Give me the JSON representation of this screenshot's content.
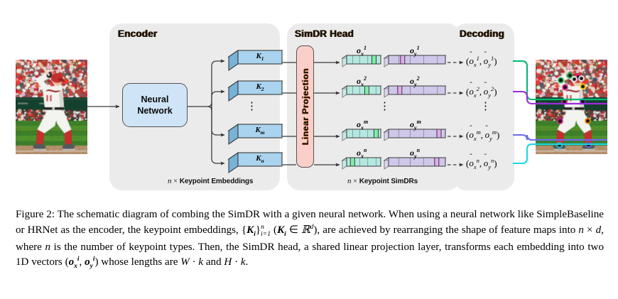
{
  "figure": {
    "number": "Figure 2:",
    "caption_text": "Figure 2: The schematic diagram of combing the SimDR with a given neural network. When using a neural network like SimpleBaseline or HRNet as the encoder, the keypoint embeddings, {K_i}_{i=1}^{n} (K_i ∈ R^d), are achieved by rearranging the shape of feature maps into n × d, where n is the number of keypoint types. Then, the SimDR head, a shared linear projection layer, transforms each embedding into two 1D vectors (o_x^i, o_y^i) whose lengths are W · k and H · k.",
    "caption_parts": {
      "p1": "Figure 2: The schematic diagram of combing the SimDR with a given neural network. When using a neural network like SimpleBaseline or HRNet as the encoder, the keypoint embeddings, ",
      "p2": "K",
      "p3": "i",
      "p4": "n",
      "p5": "i=1",
      "p6": " (",
      "p7": "K",
      "p8": "i",
      "p9": " ∈ ",
      "p10": "R",
      "p11": "d",
      "p12": "), are achieved by rearranging the shape of feature maps into ",
      "p13": "n",
      "p14": " × ",
      "p15": "d",
      "p16": ", where ",
      "p17": "n",
      "p18": " is the number of keypoint types. Then, the SimDR head, a shared linear projection layer, transforms each embedding into two 1D vectors (",
      "p19": "o",
      "p20": "x",
      "p21": "i",
      "p22": ", ",
      "p23": "o",
      "p24": "y",
      "p25": "i",
      "p26": ") whose lengths are ",
      "p27": "W",
      "p28": " · ",
      "p29": "k",
      "p30": " and ",
      "p31": "H",
      "p32": " · ",
      "p33": "k",
      "p34": "."
    }
  },
  "panels": {
    "encoder": {
      "title": "Encoder",
      "footer_n": "n",
      "footer_times": "×",
      "footer_label": "Keypoint Embeddings"
    },
    "simdr_head": {
      "title": "SimDR Head",
      "footer_n": "n",
      "footer_times": "×",
      "footer_label": "Keypoint SimDRs"
    },
    "decoding": {
      "title": "Decoding"
    }
  },
  "nodes": {
    "neural_network": {
      "line1": "Neural",
      "line2": "Network"
    },
    "linear_projection": {
      "label": "Linear  Projection"
    }
  },
  "keypoint_embeddings": [
    {
      "base": "K",
      "sub": "1"
    },
    {
      "base": "K",
      "sub": "2"
    },
    {
      "base": "K",
      "sub": "m"
    },
    {
      "base": "K",
      "sub": "n"
    }
  ],
  "vertical_dots": "⋮",
  "simdr_rows": [
    {
      "x_label": {
        "base": "o",
        "sub": "x",
        "sup": "1"
      },
      "y_label": {
        "base": "o",
        "sub": "y",
        "sup": "1"
      },
      "x_highlight_pct": 74,
      "y_highlight_pct": 21,
      "coord": {
        "ox": "o",
        "oxsub": "x",
        "oxsup": "1",
        "oy": "o",
        "oysub": "y",
        "oysup": "1"
      },
      "wire_color": "#00b871"
    },
    {
      "x_label": {
        "base": "o",
        "sub": "x",
        "sup": "2"
      },
      "y_label": {
        "base": "o",
        "sub": "y",
        "sup": "2"
      },
      "x_highlight_pct": 53,
      "y_highlight_pct": 16,
      "coord": {
        "ox": "o",
        "oxsub": "x",
        "oxsup": "2",
        "oy": "o",
        "oysub": "y",
        "oysup": "2"
      },
      "wire_color": "#9b2bd8"
    },
    {
      "x_label": {
        "base": "o",
        "sub": "x",
        "sup": "m"
      },
      "y_label": {
        "base": "o",
        "sub": "y",
        "sup": "m"
      },
      "x_highlight_pct": 80,
      "y_highlight_pct": 85,
      "coord": {
        "ox": "o",
        "oxsub": "x",
        "oxsup": "m",
        "oy": "o",
        "oysub": "y",
        "oysup": "m"
      },
      "wire_color": "#6c6cf0"
    },
    {
      "x_label": {
        "base": "o",
        "sub": "x",
        "sup": "n"
      },
      "y_label": {
        "base": "o",
        "sub": "y",
        "sup": "n"
      },
      "x_highlight_pct": 11,
      "y_highlight_pct": 81,
      "coord": {
        "ox": "o",
        "oxsub": "x",
        "oxsup": "n",
        "oy": "o",
        "oysub": "y",
        "oysup": "n"
      },
      "wire_color": "#19d7e0"
    }
  ],
  "images": {
    "input": {
      "alt": "baseball batter input photo"
    },
    "output": {
      "alt": "baseball batter photo with predicted keypoints"
    }
  },
  "colors": {
    "panel_bg": "#ebebeb",
    "nn_box": "#cfe4f7",
    "linear_projection_box": "#fbcfc9",
    "kcube_front": "#a9d3ee",
    "kcube_top": "#8fc2e3",
    "kcube_side": "#77b2d9",
    "bar_x_fill": "#b4e8e0",
    "bar_x_highlight": "#7df0a6",
    "bar_y_fill": "#cfc8ea",
    "bar_y_highlight": "#e2a8f0",
    "stroke": "#3a3a3a"
  }
}
